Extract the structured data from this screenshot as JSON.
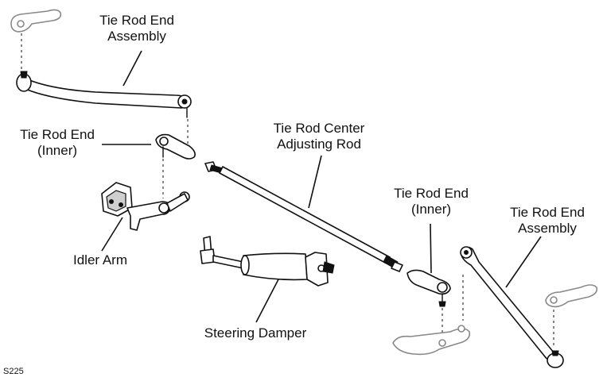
{
  "figure_code": "S225",
  "labels": {
    "tie_rod_end_assembly_left": [
      "Tie Rod End",
      "Assembly"
    ],
    "tie_rod_end_inner_left": [
      "Tie Rod End",
      "(Inner)"
    ],
    "tie_rod_center_adjusting_rod": [
      "Tie Rod Center",
      "Adjusting Rod"
    ],
    "tie_rod_end_inner_right": [
      "Tie Rod End",
      "(Inner)"
    ],
    "tie_rod_end_assembly_right": [
      "Tie Rod End",
      "Assembly"
    ],
    "idler_arm": "Idler Arm",
    "steering_damper": "Steering Damper"
  }
}
